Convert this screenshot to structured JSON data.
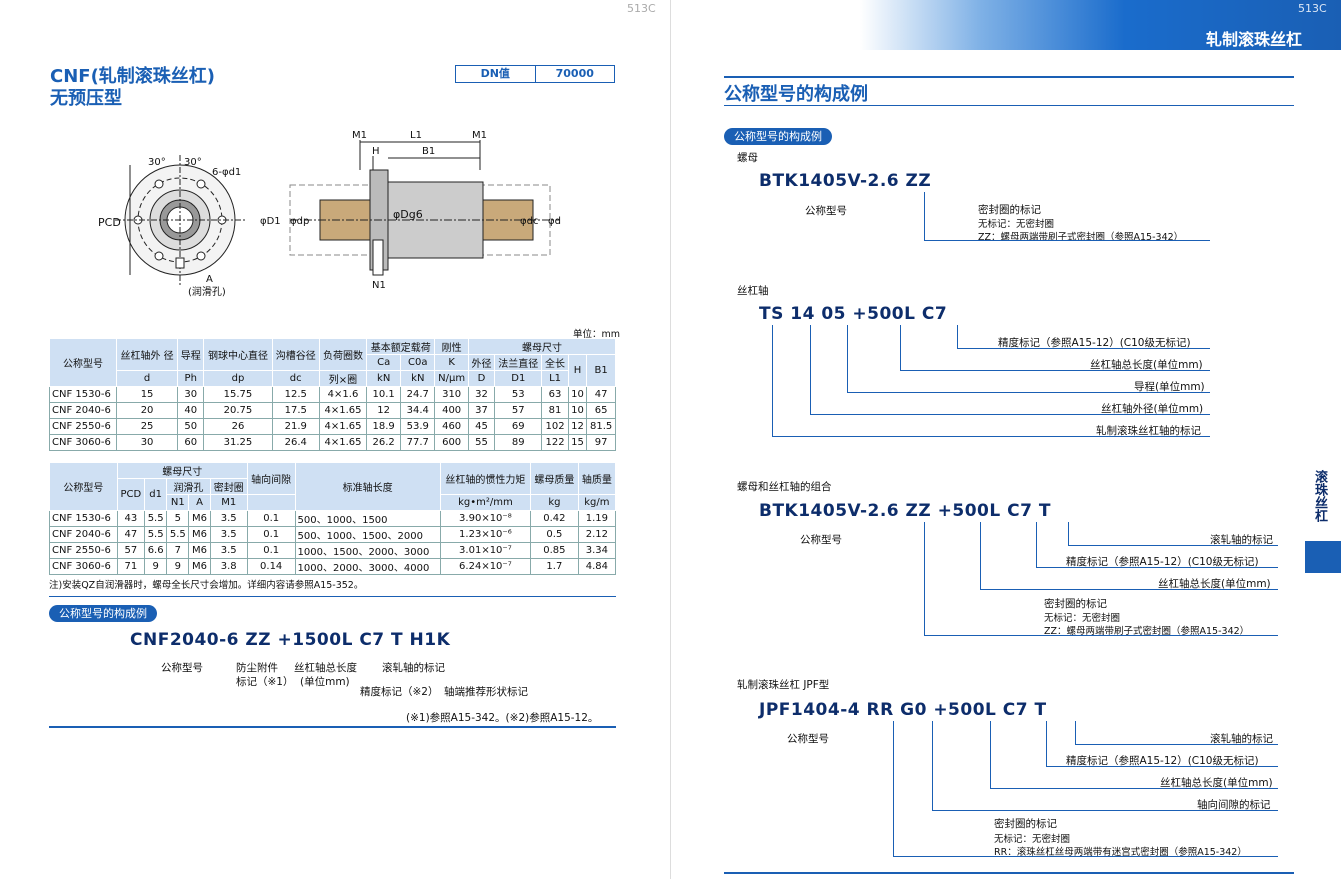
{
  "left": {
    "page_no": "513C",
    "title_line1": "CNF(轧制滚珠丝杠)",
    "title_line2": "无预压型",
    "dn_label": "DN值",
    "dn_value": "70000",
    "drawing": {
      "angle1": "30°",
      "angle2": "30°",
      "holes": "6-φd1",
      "pcd": "PCD",
      "a_label": "A",
      "a_note": "(润滑孔)",
      "m1_left": "M1",
      "l1": "L1",
      "m1_right": "M1",
      "h": "H",
      "b1": "B1",
      "d1": "φD1",
      "dp": "φdp",
      "dg6": "φDg6",
      "dc": "φdc",
      "d": "φd",
      "n1": "N1"
    },
    "unit": "单位：mm",
    "table1": {
      "headers": {
        "model": "公称型号",
        "shaft": "丝杠轴外 径",
        "lead": "导程",
        "ball": "钢球中心直径",
        "groove": "沟槽谷径",
        "load": "负荷圈数",
        "rated": "基本额定载荷",
        "rigid": "刚性",
        "nut": "螺母尺寸",
        "u_d": "d",
        "u_ph": "Ph",
        "u_dp": "dp",
        "u_dc": "dc",
        "u_load": "列×圈",
        "ca": "Ca",
        "coa": "C0a",
        "k": "K",
        "ca_u": "kN",
        "coa_u": "kN",
        "k_u": "N/μm",
        "outer": "外径",
        "flange": "法兰直径",
        "len": "全长",
        "D": "D",
        "D1": "D1",
        "L1": "L1",
        "H": "H",
        "B1": "B1"
      },
      "rows": [
        [
          "CNF 1530-6",
          "15",
          "30",
          "15.75",
          "12.5",
          "4×1.6",
          "10.1",
          "24.7",
          "310",
          "32",
          "53",
          "63",
          "10",
          "47"
        ],
        [
          "CNF 2040-6",
          "20",
          "40",
          "20.75",
          "17.5",
          "4×1.65",
          "12",
          "34.4",
          "400",
          "37",
          "57",
          "81",
          "10",
          "65"
        ],
        [
          "CNF 2550-6",
          "25",
          "50",
          "26",
          "21.9",
          "4×1.65",
          "18.9",
          "53.9",
          "460",
          "45",
          "69",
          "102",
          "12",
          "81.5"
        ],
        [
          "CNF 3060-6",
          "30",
          "60",
          "31.25",
          "26.4",
          "4×1.65",
          "26.2",
          "77.7",
          "600",
          "55",
          "89",
          "122",
          "15",
          "97"
        ]
      ]
    },
    "table2": {
      "headers": {
        "model": "公称型号",
        "nut": "螺母尺寸",
        "lube": "润滑孔",
        "seal": "密封圈",
        "axial": "轴向间隙",
        "std": "标准轴长度",
        "inertia": "丝杠轴的惯性力矩",
        "nutmass": "螺母质量",
        "shaftmass": "轴质量",
        "pcd": "PCD",
        "d1": "d1",
        "n1": "N1",
        "a": "A",
        "m1": "M1",
        "inertia_u": "kg•m²/mm",
        "nutmass_u": "kg",
        "shaftmass_u": "kg/m"
      },
      "rows": [
        [
          "CNF 1530-6",
          "43",
          "5.5",
          "5",
          "M6",
          "3.5",
          "0.1",
          "500、1000、1500",
          "3.90×10⁻⁸",
          "0.42",
          "1.19"
        ],
        [
          "CNF 2040-6",
          "47",
          "5.5",
          "5.5",
          "M6",
          "3.5",
          "0.1",
          "500、1000、1500、2000",
          "1.23×10⁻⁶",
          "0.5",
          "2.12"
        ],
        [
          "CNF 2550-6",
          "57",
          "6.6",
          "7",
          "M6",
          "3.5",
          "0.1",
          "1000、1500、2000、3000",
          "3.01×10⁻⁷",
          "0.85",
          "3.34"
        ],
        [
          "CNF 3060-6",
          "71",
          "9",
          "9",
          "M6",
          "3.8",
          "0.14",
          "1000、2000、3000、4000",
          "6.24×10⁻⁷",
          "1.7",
          "4.84"
        ]
      ]
    },
    "note": "注)安装QZ自润滑器时，螺母全长尺寸会增加。详细内容请参照A15-352。",
    "example_pill": "公称型号的构成例",
    "example_code": "CNF2040-6 ZZ +1500L C7 T H1K",
    "ex_labels": {
      "model": "公称型号",
      "dust1": "防尘附件",
      "dust2": "标记（※1）",
      "len1": "丝杠轴总长度",
      "len2": "(单位mm)",
      "shaft": "滚轧轴的标记",
      "acc": "精度标记（※2）",
      "shape": "轴端推荐形状标记"
    },
    "footnote": "(※1)参照A15-342。(※2)参照A15-12。"
  },
  "right": {
    "page_no": "513C",
    "header": "轧制滚珠丝杠",
    "section": "公称型号的构成例",
    "pill": "公称型号的构成例",
    "side_tab": "滚珠丝杠",
    "nut_label": "螺母",
    "nut_code": "BTK1405V-2.6 ZZ",
    "nut_model": "公称型号",
    "nut_seal1": "密封圈的标记",
    "nut_seal2": "无标记：无密封圈",
    "nut_seal3": "ZZ：螺母两端带刷子式密封圈（参照A15-342）",
    "shaft_label": "丝杠轴",
    "shaft_code": "TS 14 05 +500L C7",
    "shaft_acc": "精度标记（参照A15-12）(C10级无标记)",
    "shaft_len": "丝杠轴总长度(单位mm)",
    "shaft_lead": "导程(单位mm)",
    "shaft_dia": "丝杠轴外径(单位mm)",
    "shaft_mark": "轧制滚珠丝杠轴的标记",
    "combo_label": "螺母和丝杠轴的组合",
    "combo_code": "BTK1405V-2.6 ZZ +500L C7 T",
    "combo_model": "公称型号",
    "combo_t": "滚轧轴的标记",
    "combo_acc": "精度标记（参照A15-12）(C10级无标记)",
    "combo_len": "丝杠轴总长度(单位mm)",
    "combo_seal1": "密封圈的标记",
    "combo_seal2": "无标记：无密封圈",
    "combo_seal3": "ZZ：螺母两端带刷子式密封圈（参照A15-342）",
    "jpf_label": "轧制滚珠丝杠 JPF型",
    "jpf_code": "JPF1404-4 RR G0 +500L C7 T",
    "jpf_model": "公称型号",
    "jpf_t": "滚轧轴的标记",
    "jpf_acc": "精度标记（参照A15-12）(C10级无标记)",
    "jpf_len": "丝杠轴总长度(单位mm)",
    "jpf_gap": "轴向间隙的标记",
    "jpf_seal1": "密封圈的标记",
    "jpf_seal2": "无标记：无密封圈",
    "jpf_seal3": "RR：滚珠丝杠丝母两端带有迷宫式密封圈（参照A15-342）"
  }
}
